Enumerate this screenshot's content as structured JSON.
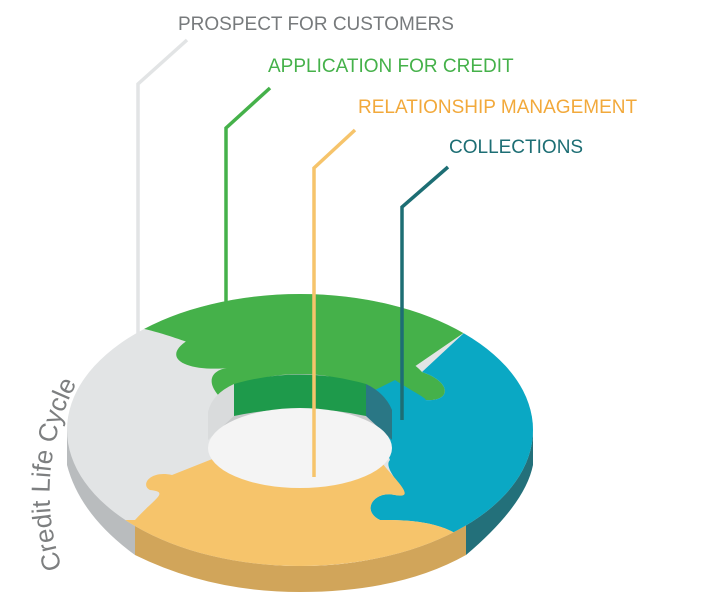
{
  "diagram": {
    "title": "Credit Life Cycle",
    "segments": [
      {
        "label": "PROSPECT FOR CUSTOMERS",
        "color": "#e2e4e5"
      },
      {
        "label": "APPLICATION FOR CREDIT",
        "color": "#45b14a"
      },
      {
        "label": "RELATIONSHIP MANAGEMENT",
        "color": "#f6c46b"
      },
      {
        "label": "COLLECTIONS",
        "color": "#0aa8c4"
      }
    ],
    "label_colors": {
      "prospect": "#777a7c",
      "application": "#45b14a",
      "relationship": "#f2a93b",
      "collections": "#1d6e74"
    }
  }
}
